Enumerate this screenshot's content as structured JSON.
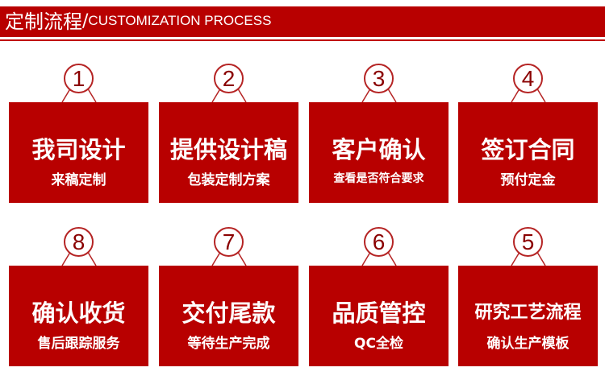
{
  "header": {
    "title_cn": "定制流程",
    "separator": "/",
    "title_en": "CUSTOMIZATION PROCESS"
  },
  "steps": [
    {
      "num": "1",
      "title": "我司设计",
      "sub": "来稿定制"
    },
    {
      "num": "2",
      "title": "提供设计稿",
      "sub": "包装定制方案"
    },
    {
      "num": "3",
      "title": "客户确认",
      "sub": "查看是否符合要求"
    },
    {
      "num": "4",
      "title": "签订合同",
      "sub": "预付定金"
    },
    {
      "num": "8",
      "title": "确认收货",
      "sub": "售后跟踪服务"
    },
    {
      "num": "7",
      "title": "交付尾款",
      "sub": "等待生产完成"
    },
    {
      "num": "6",
      "title": "品质管控",
      "sub": "QC全检"
    },
    {
      "num": "5",
      "title": "研究工艺流程",
      "sub": "确认生产模板"
    }
  ],
  "colors": {
    "accent": "#b80000",
    "number": "#8a0000"
  }
}
